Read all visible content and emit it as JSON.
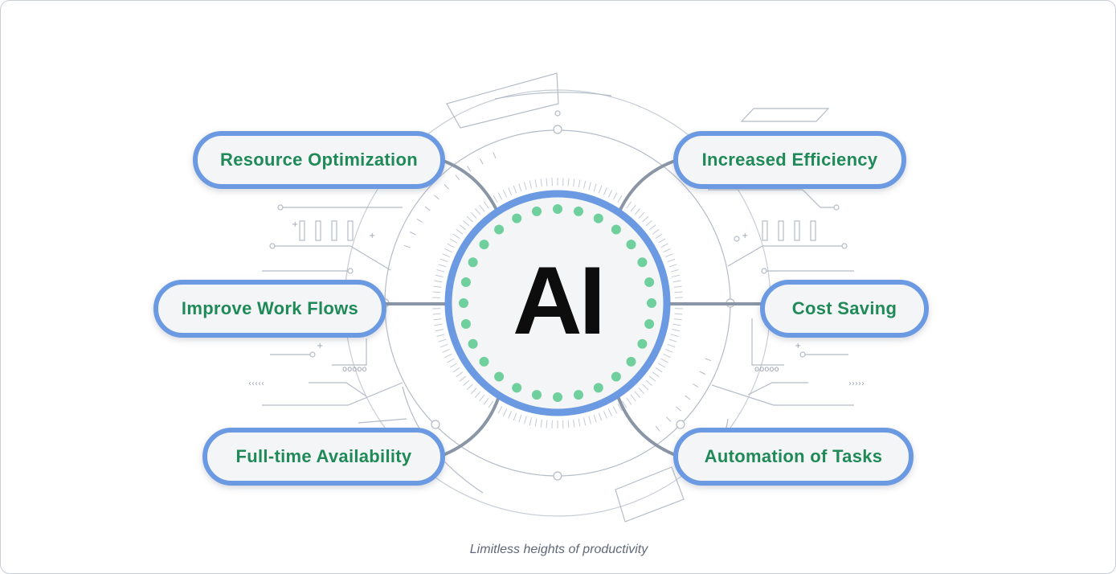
{
  "center": {
    "label": "AI"
  },
  "benefits": {
    "resource_optimization": "Resource Optimization",
    "improve_work_flows": "Improve Work Flows",
    "full_time_availability": "Full-time Availability",
    "increased_efficiency": "Increased Efficiency",
    "cost_saving": "Cost Saving",
    "automation_of_tasks": "Automation of Tasks"
  },
  "caption": "Limitless heights of productivity",
  "colors": {
    "pill_border": "#6b9ae3",
    "label_text": "#1f8a58",
    "dots": "#6fcf9d",
    "connector": "#8a96a6",
    "line_art": "#b4bcc8"
  }
}
